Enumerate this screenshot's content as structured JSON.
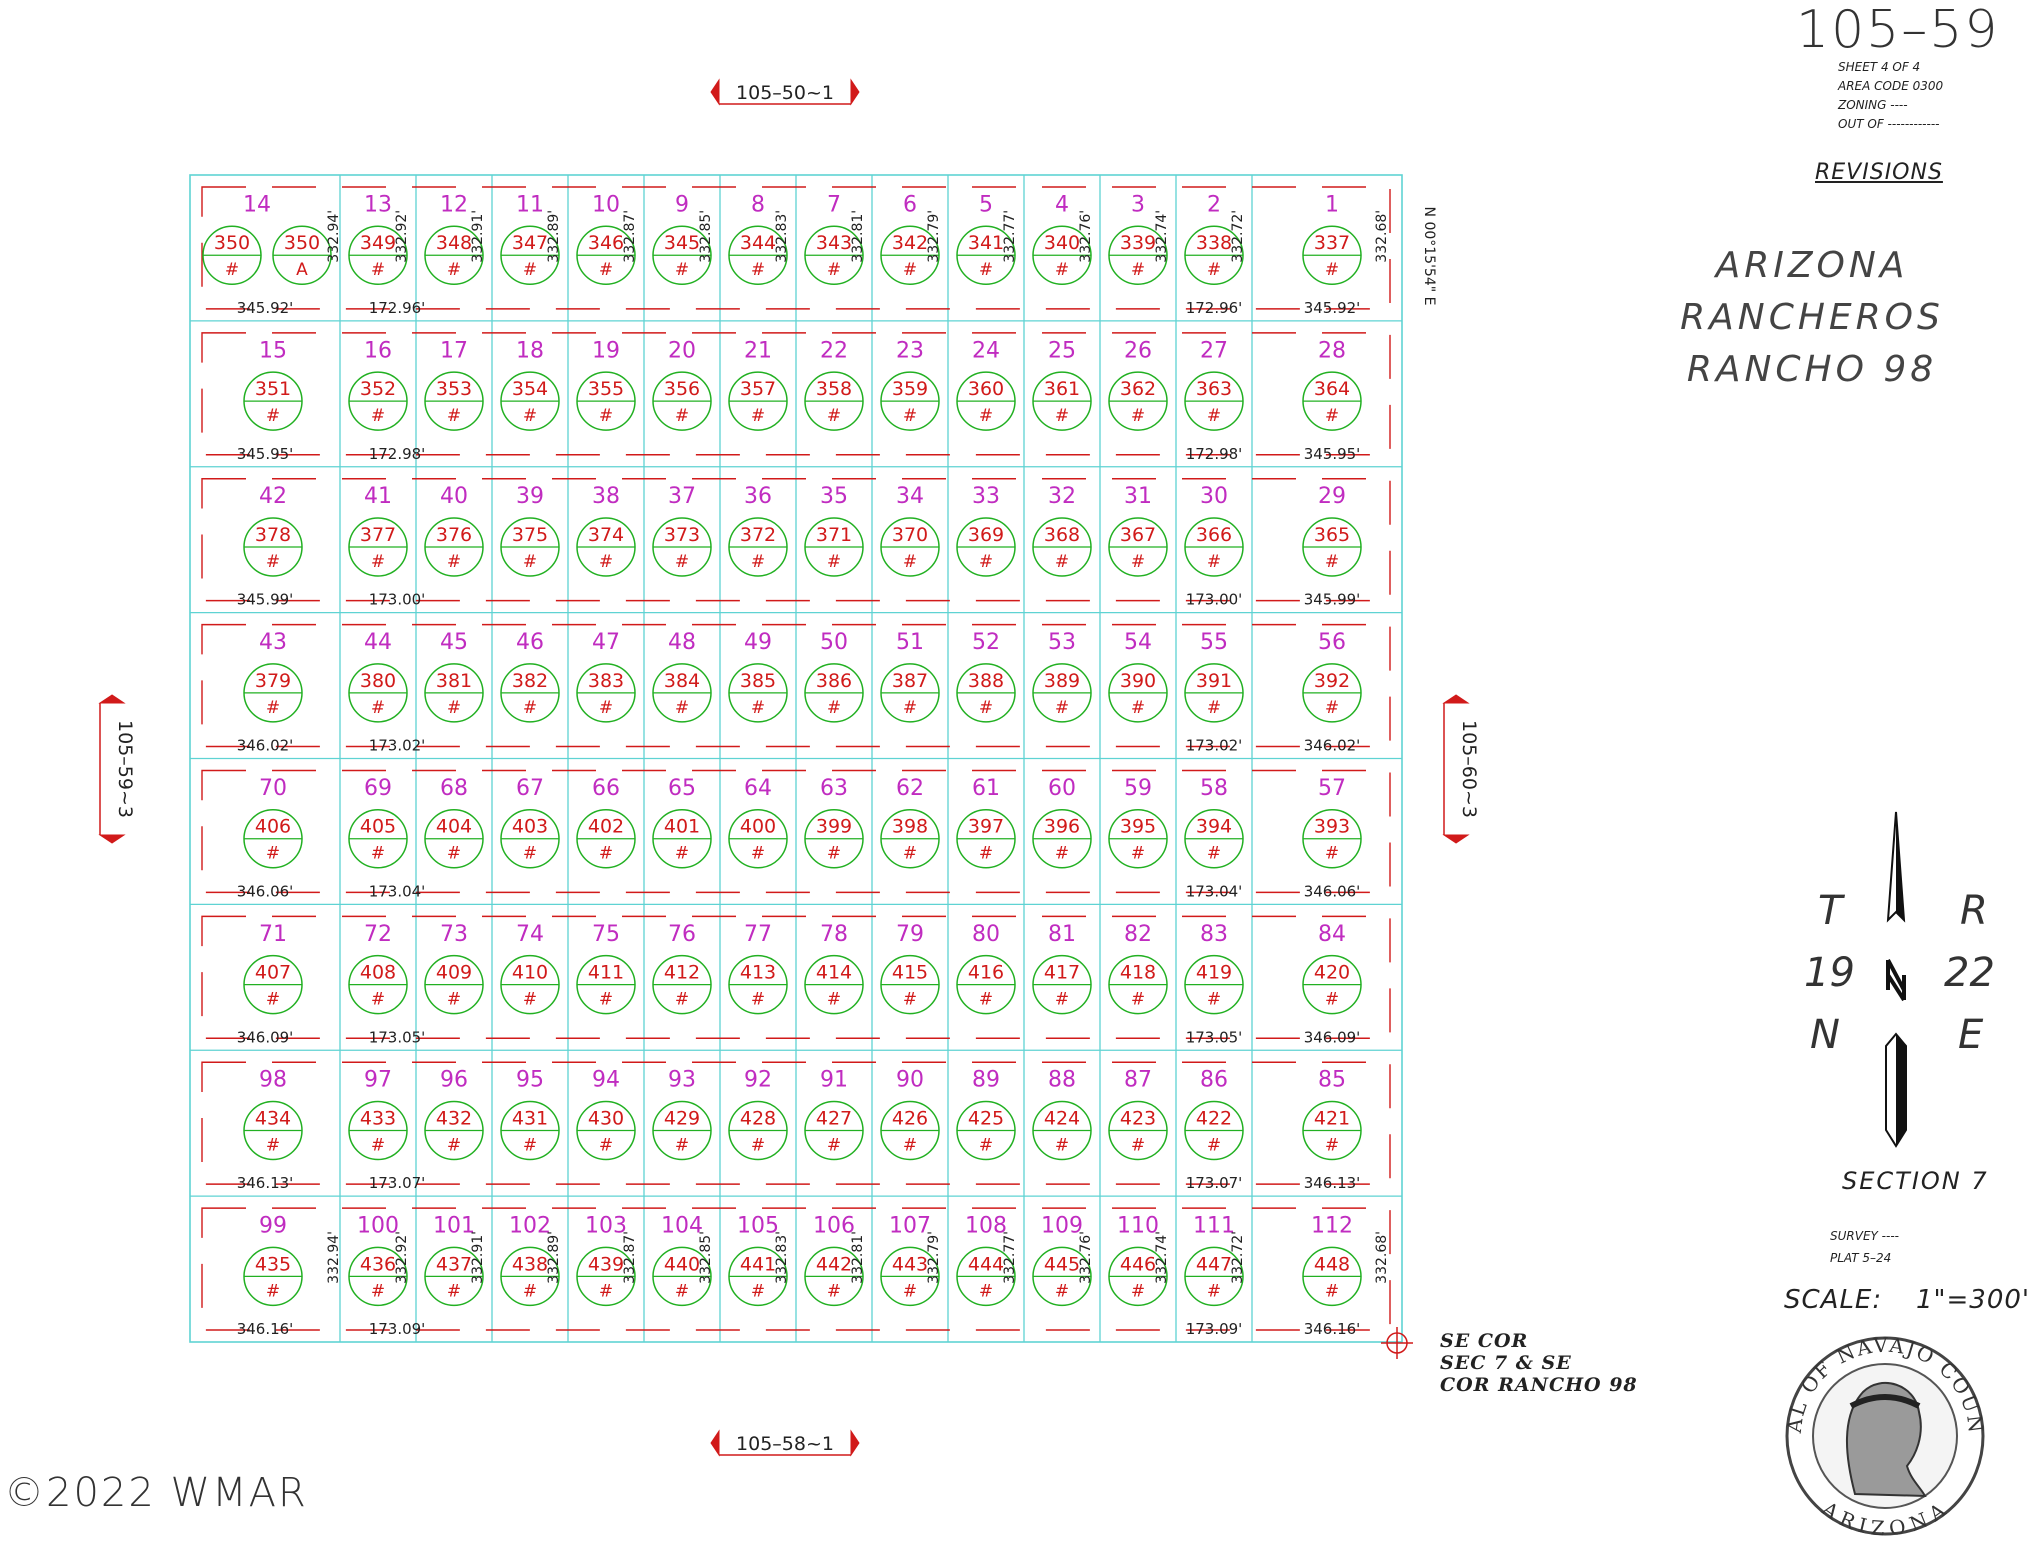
{
  "sheet": {
    "id": "105–59",
    "sheet_line": "SHEET 4 OF 4",
    "area_code_line": "AREA CODE 0300",
    "zoning_line": "ZONING ----",
    "out_of_line": "OUT OF ------------",
    "revisions": "REVISIONS",
    "title_line1": "ARIZONA RANCHEROS",
    "title_line2": "RANCHO 98",
    "section": "SECTION 7",
    "survey_line": "SURVEY ----",
    "plat_line": "PLAT 5–24",
    "scale_label": "SCALE:",
    "scale_value": "1\"=300'",
    "copyright": "©2022 WMAR"
  },
  "township": {
    "t": "T",
    "t_num": "19",
    "t_dir": "N",
    "r": "R",
    "r_num": "22",
    "r_dir": "E"
  },
  "corner_note": [
    "SE COR",
    "SEC 7 & SE",
    "COR RANCHO 98"
  ],
  "adjacent_refs": {
    "top": "105–50~1",
    "bottom": "105–58~1",
    "left": "105–59~3",
    "right": "105–60~3"
  },
  "bearing": "N 00°15'54\" E",
  "seal": {
    "top_text": "SEAL OF NAVAJO COUNTY",
    "bottom_text": "ARIZONA"
  },
  "plat": {
    "parcel_marker": "#",
    "sub_label_350": "A",
    "rows": [
      {
        "lots": [
          "14",
          "14",
          "13",
          "12",
          "11",
          "10",
          "9",
          "8",
          "7",
          "6",
          "5",
          "4",
          "3",
          "2",
          "1"
        ],
        "parcels": [
          "350",
          "350",
          "349",
          "348",
          "347",
          "346",
          "345",
          "344",
          "343",
          "342",
          "341",
          "340",
          "339",
          "338",
          "337"
        ],
        "dims_left": "345.92'",
        "dims_mid_left": "172.96'",
        "dims_mid_right": "172.96'",
        "dims_right": "345.92'",
        "vert_dims": [
          "332.94'",
          "332.92'",
          "332.91'",
          "332.89'",
          "332.87'",
          "332.85'",
          "332.83'",
          "332.81'",
          "332.79'",
          "332.77'",
          "332.76'",
          "332.74'",
          "332.72'",
          "332.68'"
        ]
      },
      {
        "lots": [
          "15",
          "16",
          "17",
          "18",
          "19",
          "20",
          "21",
          "22",
          "23",
          "24",
          "25",
          "26",
          "27",
          "28"
        ],
        "parcels": [
          "351",
          "352",
          "353",
          "354",
          "355",
          "356",
          "357",
          "358",
          "359",
          "360",
          "361",
          "362",
          "363",
          "364"
        ],
        "dims_left": "345.95'",
        "dims_mid_left": "172.98'",
        "dims_mid_right": "172.98'",
        "dims_right": "345.95'"
      },
      {
        "lots": [
          "42",
          "41",
          "40",
          "39",
          "38",
          "37",
          "36",
          "35",
          "34",
          "33",
          "32",
          "31",
          "30",
          "29"
        ],
        "parcels": [
          "378",
          "377",
          "376",
          "375",
          "374",
          "373",
          "372",
          "371",
          "370",
          "369",
          "368",
          "367",
          "366",
          "365"
        ],
        "dims_left": "345.99'",
        "dims_mid_left": "173.00'",
        "dims_mid_right": "173.00'",
        "dims_right": "345.99'"
      },
      {
        "lots": [
          "43",
          "44",
          "45",
          "46",
          "47",
          "48",
          "49",
          "50",
          "51",
          "52",
          "53",
          "54",
          "55",
          "56"
        ],
        "parcels": [
          "379",
          "380",
          "381",
          "382",
          "383",
          "384",
          "385",
          "386",
          "387",
          "388",
          "389",
          "390",
          "391",
          "392"
        ],
        "dims_left": "346.02'",
        "dims_mid_left": "173.02'",
        "dims_mid_right": "173.02'",
        "dims_right": "346.02'"
      },
      {
        "lots": [
          "70",
          "69",
          "68",
          "67",
          "66",
          "65",
          "64",
          "63",
          "62",
          "61",
          "60",
          "59",
          "58",
          "57"
        ],
        "parcels": [
          "406",
          "405",
          "404",
          "403",
          "402",
          "401",
          "400",
          "399",
          "398",
          "397",
          "396",
          "395",
          "394",
          "393"
        ],
        "dims_left": "346.06'",
        "dims_mid_left": "173.04'",
        "dims_mid_right": "173.04'",
        "dims_right": "346.06'"
      },
      {
        "lots": [
          "71",
          "72",
          "73",
          "74",
          "75",
          "76",
          "77",
          "78",
          "79",
          "80",
          "81",
          "82",
          "83",
          "84"
        ],
        "parcels": [
          "407",
          "408",
          "409",
          "410",
          "411",
          "412",
          "413",
          "414",
          "415",
          "416",
          "417",
          "418",
          "419",
          "420"
        ],
        "dims_left": "346.09'",
        "dims_mid_left": "173.05'",
        "dims_mid_right": "173.05'",
        "dims_right": "346.09'"
      },
      {
        "lots": [
          "98",
          "97",
          "96",
          "95",
          "94",
          "93",
          "92",
          "91",
          "90",
          "89",
          "88",
          "87",
          "86",
          "85"
        ],
        "parcels": [
          "434",
          "433",
          "432",
          "431",
          "430",
          "429",
          "428",
          "427",
          "426",
          "425",
          "424",
          "423",
          "422",
          "421"
        ],
        "dims_left": "346.13'",
        "dims_mid_left": "173.07'",
        "dims_mid_right": "173.07'",
        "dims_right": "346.13'"
      },
      {
        "lots": [
          "99",
          "100",
          "101",
          "102",
          "103",
          "104",
          "105",
          "106",
          "107",
          "108",
          "109",
          "110",
          "111",
          "112"
        ],
        "parcels": [
          "435",
          "436",
          "437",
          "438",
          "439",
          "440",
          "441",
          "442",
          "443",
          "444",
          "445",
          "446",
          "447",
          "448"
        ],
        "dims_left": "346.16'",
        "dims_mid_left": "173.09'",
        "dims_mid_right": "173.09'",
        "dims_right": "346.16'",
        "vert_dims": [
          "332.94'",
          "332.92'",
          "332.91'",
          "332.89'",
          "332.87'",
          "332.85'",
          "332.83'",
          "332.81'",
          "332.79'",
          "332.77'",
          "332.76'",
          "332.74'",
          "332.72'",
          "332.68'"
        ]
      }
    ]
  },
  "colors": {
    "grid": "#5fd3d3",
    "dash": "#d11a1a",
    "lot_number": "#c02cc0",
    "parcel_text": "#d11a1a",
    "circle": "#22b022",
    "dim_text": "#222222"
  }
}
